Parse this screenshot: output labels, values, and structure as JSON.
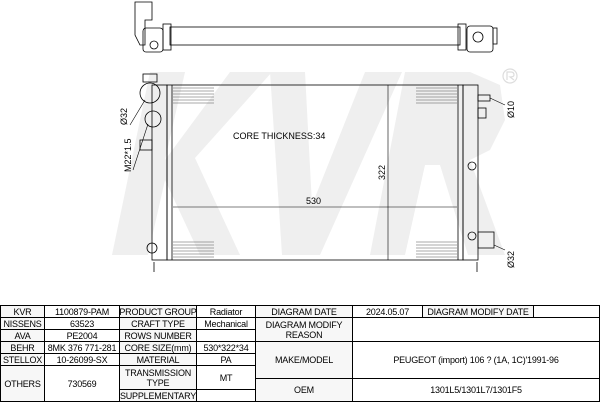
{
  "watermark": "KVR",
  "registered": "®",
  "drawing": {
    "core_thickness": "CORE THICKNESS:34",
    "width_dim": "530",
    "height_dim": "322",
    "dim_inlet": "Ø32",
    "dim_thread": "M22*1.5",
    "dim_small": "Ø10",
    "dim_outlet": "Ø32"
  },
  "table": {
    "kvr_label": "KVR",
    "kvr_value": "1100879-PAM",
    "nissens_label": "NISSENS",
    "nissens_value": "63523",
    "ava_label": "AVA",
    "ava_value": "PE2004",
    "behr_label": "BEHR",
    "behr_value": "8MK 376 771-281",
    "stellox_label": "STELLOX",
    "stellox_value": "10-26099-SX",
    "others_label": "OTHERS",
    "others_value": "730569",
    "product_group_label": "PRODUCT GROUP",
    "product_group_value": "Radiator",
    "craft_type_label": "CRAFT TYPE",
    "craft_type_value": "Mechanical",
    "rows_number_label": "ROWS NUMBER",
    "rows_number_value": "",
    "core_size_label": "CORE SIZE(mm)",
    "core_size_value": "530*322*34",
    "material_label": "MATERIAL",
    "material_value": "PA",
    "transmission_label": "TRANSMISSION TYPE",
    "transmission_value": "MT",
    "supplementary_label": "SUPPLEMENTARY",
    "supplementary_value": "",
    "diagram_date_label": "DIAGRAM DATE",
    "diagram_date_value": "2024.05.07",
    "modify_date_label": "DIAGRAM MODIFY DATE",
    "modify_date_value": "",
    "modify_reason_label": "DIAGRAM MODIFY REASON",
    "modify_reason_value": "",
    "make_model_label": "MAKE/MODEL",
    "make_model_value": "PEUGEOT (import) 106 ? (1A, 1C)'1991-96",
    "oem_label": "OEM",
    "oem_value": "1301L5/1301L7/1301F5"
  }
}
